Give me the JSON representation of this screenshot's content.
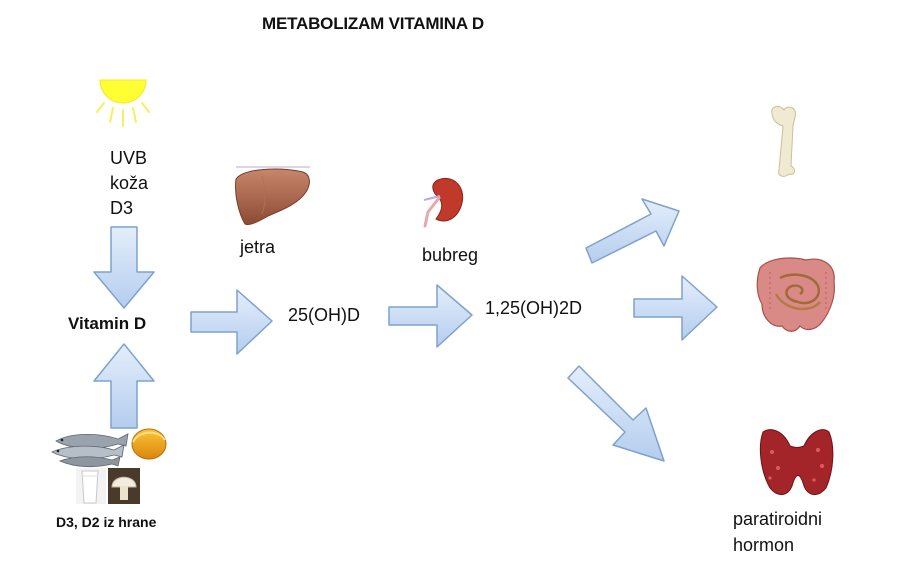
{
  "diagram": {
    "title": "METABOLIZAM VITAMINA D",
    "source_lines": [
      "UVB",
      "koža",
      "D3"
    ],
    "vitamin_d": "Vitamin D",
    "food_source": "D3, D2 iz hrane",
    "liver_label": "jetra",
    "metabolite_1": "25(OH)D",
    "kidney_label": "bubreg",
    "metabolite_2": "1,25(OH)2D",
    "target_lines": [
      "paratiroidni",
      "hormon"
    ]
  },
  "icons": [
    "sun-icon",
    "liver-icon",
    "kidney-icon",
    "bone-icon",
    "intestine-icon",
    "thyroid-icon",
    "fish-icon",
    "egg-yolk-icon",
    "milk-icon",
    "mushroom-icon"
  ],
  "colors": {
    "arrow_fill": "#c9dcf3",
    "arrow_stroke": "#7ea2cc",
    "sun": "#ffff33",
    "text": "#111111"
  }
}
